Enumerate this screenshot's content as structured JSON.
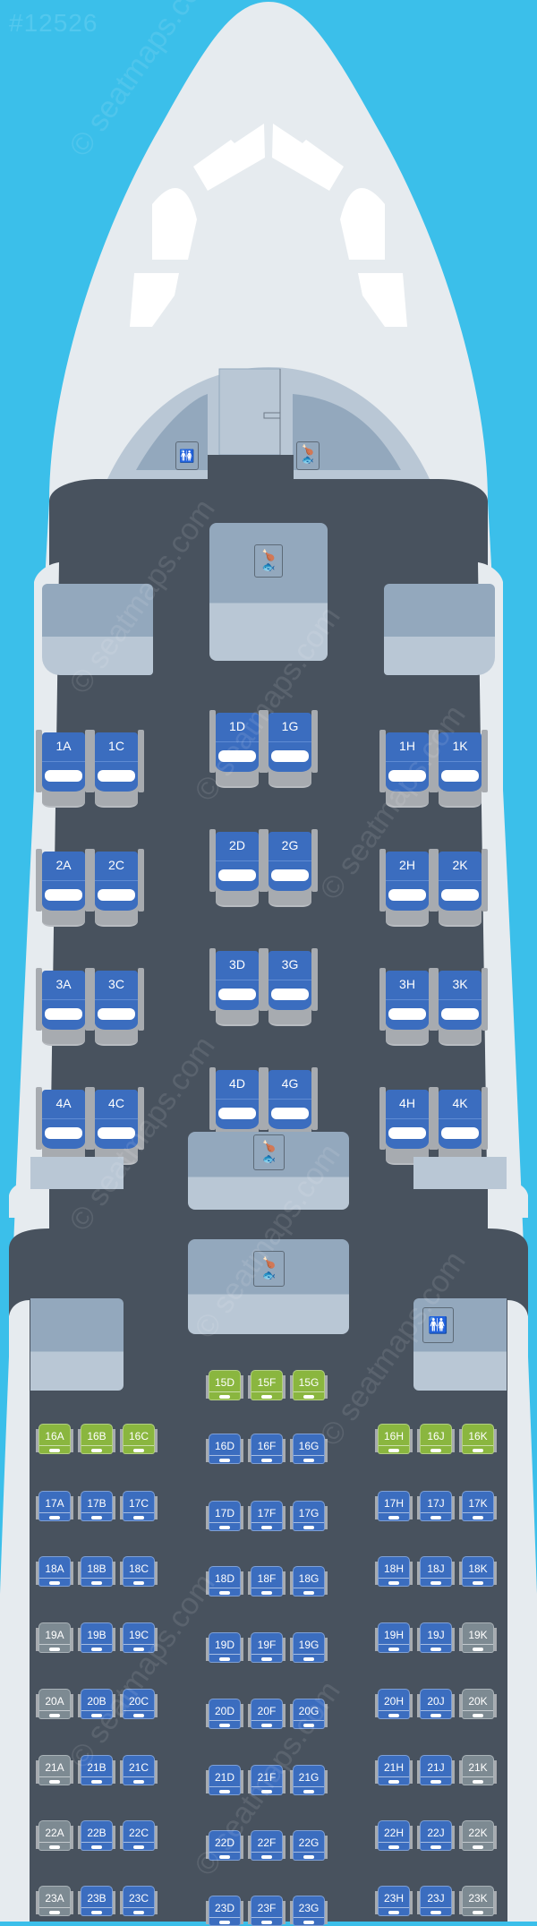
{
  "map_id": "#12526",
  "watermark_text": "© seatmaps.com",
  "colors": {
    "sky": "#3bbfea",
    "fuselage": "#e6ebef",
    "floor": "#48525e",
    "galley_top": "#93a8bd",
    "galley_bottom": "#b9c7d5",
    "seat_standard": "#3b6dbf",
    "seat_extra_legroom": "#8ab63f",
    "seat_limited": "#7d8a92",
    "seat_frame": "#a7abb0"
  },
  "facilities": {
    "front_lavatory": "lavatory-icon",
    "front_galley": "galley-icon",
    "galley_1": "galley-icon",
    "galley_2": "galley-icon",
    "galley_3": "galley-icon",
    "rear_lavatory": "lavatory-icon"
  },
  "business": {
    "rows": [
      {
        "row": "1",
        "seats": [
          "1A",
          "1C",
          "1D",
          "1G",
          "1H",
          "1K"
        ]
      },
      {
        "row": "2",
        "seats": [
          "2A",
          "2C",
          "2D",
          "2G",
          "2H",
          "2K"
        ]
      },
      {
        "row": "3",
        "seats": [
          "3A",
          "3C",
          "3D",
          "3G",
          "3H",
          "3K"
        ]
      },
      {
        "row": "4",
        "seats": [
          "4A",
          "4C",
          "4D",
          "4G",
          "4H",
          "4K"
        ]
      }
    ]
  },
  "economy": {
    "rows": [
      {
        "row": "15",
        "left": [],
        "center": [
          {
            "id": "15D",
            "type": "green"
          },
          {
            "id": "15F",
            "type": "green"
          },
          {
            "id": "15G",
            "type": "green"
          }
        ],
        "right": []
      },
      {
        "row": "16",
        "left": [
          {
            "id": "16A",
            "type": "green"
          },
          {
            "id": "16B",
            "type": "green"
          },
          {
            "id": "16C",
            "type": "green"
          }
        ],
        "center": [
          {
            "id": "16D",
            "type": "blue"
          },
          {
            "id": "16F",
            "type": "blue"
          },
          {
            "id": "16G",
            "type": "blue"
          }
        ],
        "right": [
          {
            "id": "16H",
            "type": "green"
          },
          {
            "id": "16J",
            "type": "green"
          },
          {
            "id": "16K",
            "type": "green"
          }
        ]
      },
      {
        "row": "17",
        "left": [
          {
            "id": "17A",
            "type": "blue"
          },
          {
            "id": "17B",
            "type": "blue"
          },
          {
            "id": "17C",
            "type": "blue"
          }
        ],
        "center": [
          {
            "id": "17D",
            "type": "blue"
          },
          {
            "id": "17F",
            "type": "blue"
          },
          {
            "id": "17G",
            "type": "blue"
          }
        ],
        "right": [
          {
            "id": "17H",
            "type": "blue"
          },
          {
            "id": "17J",
            "type": "blue"
          },
          {
            "id": "17K",
            "type": "blue"
          }
        ]
      },
      {
        "row": "18",
        "left": [
          {
            "id": "18A",
            "type": "blue"
          },
          {
            "id": "18B",
            "type": "blue"
          },
          {
            "id": "18C",
            "type": "blue"
          }
        ],
        "center": [
          {
            "id": "18D",
            "type": "blue"
          },
          {
            "id": "18F",
            "type": "blue"
          },
          {
            "id": "18G",
            "type": "blue"
          }
        ],
        "right": [
          {
            "id": "18H",
            "type": "blue"
          },
          {
            "id": "18J",
            "type": "blue"
          },
          {
            "id": "18K",
            "type": "blue"
          }
        ]
      },
      {
        "row": "19",
        "left": [
          {
            "id": "19A",
            "type": "grey"
          },
          {
            "id": "19B",
            "type": "blue"
          },
          {
            "id": "19C",
            "type": "blue"
          }
        ],
        "center": [
          {
            "id": "19D",
            "type": "blue"
          },
          {
            "id": "19F",
            "type": "blue"
          },
          {
            "id": "19G",
            "type": "blue"
          }
        ],
        "right": [
          {
            "id": "19H",
            "type": "blue"
          },
          {
            "id": "19J",
            "type": "blue"
          },
          {
            "id": "19K",
            "type": "grey"
          }
        ]
      },
      {
        "row": "20",
        "left": [
          {
            "id": "20A",
            "type": "grey"
          },
          {
            "id": "20B",
            "type": "blue"
          },
          {
            "id": "20C",
            "type": "blue"
          }
        ],
        "center": [
          {
            "id": "20D",
            "type": "blue"
          },
          {
            "id": "20F",
            "type": "blue"
          },
          {
            "id": "20G",
            "type": "blue"
          }
        ],
        "right": [
          {
            "id": "20H",
            "type": "blue"
          },
          {
            "id": "20J",
            "type": "blue"
          },
          {
            "id": "20K",
            "type": "grey"
          }
        ]
      },
      {
        "row": "21",
        "left": [
          {
            "id": "21A",
            "type": "grey"
          },
          {
            "id": "21B",
            "type": "blue"
          },
          {
            "id": "21C",
            "type": "blue"
          }
        ],
        "center": [
          {
            "id": "21D",
            "type": "blue"
          },
          {
            "id": "21F",
            "type": "blue"
          },
          {
            "id": "21G",
            "type": "blue"
          }
        ],
        "right": [
          {
            "id": "21H",
            "type": "blue"
          },
          {
            "id": "21J",
            "type": "blue"
          },
          {
            "id": "21K",
            "type": "grey"
          }
        ]
      },
      {
        "row": "22",
        "left": [
          {
            "id": "22A",
            "type": "grey"
          },
          {
            "id": "22B",
            "type": "blue"
          },
          {
            "id": "22C",
            "type": "blue"
          }
        ],
        "center": [
          {
            "id": "22D",
            "type": "blue"
          },
          {
            "id": "22F",
            "type": "blue"
          },
          {
            "id": "22G",
            "type": "blue"
          }
        ],
        "right": [
          {
            "id": "22H",
            "type": "blue"
          },
          {
            "id": "22J",
            "type": "blue"
          },
          {
            "id": "22K",
            "type": "grey"
          }
        ]
      },
      {
        "row": "23",
        "left": [
          {
            "id": "23A",
            "type": "grey"
          },
          {
            "id": "23B",
            "type": "blue"
          },
          {
            "id": "23C",
            "type": "blue"
          }
        ],
        "center": [
          {
            "id": "23D",
            "type": "blue"
          },
          {
            "id": "23F",
            "type": "blue"
          },
          {
            "id": "23G",
            "type": "blue"
          }
        ],
        "right": [
          {
            "id": "23H",
            "type": "blue"
          },
          {
            "id": "23J",
            "type": "blue"
          },
          {
            "id": "23K",
            "type": "grey"
          }
        ]
      }
    ]
  }
}
